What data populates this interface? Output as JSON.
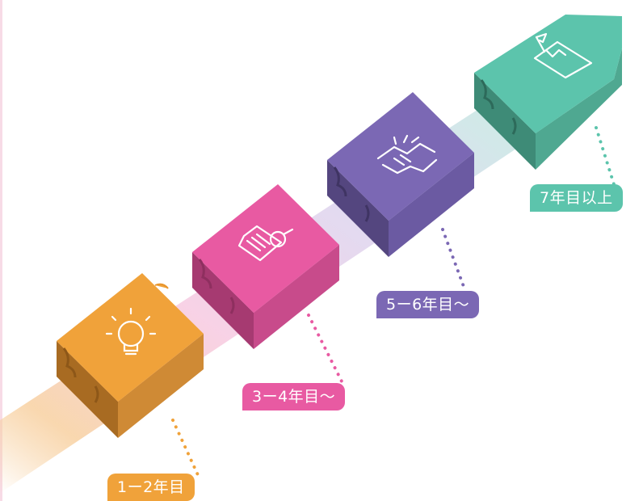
{
  "steps": [
    {
      "label": "1ー2年目",
      "color": "#f0a23a",
      "icon": "lightbulb-icon"
    },
    {
      "label": "3ー4年目〜",
      "color": "#e85aa2",
      "icon": "document-search-icon"
    },
    {
      "label": "5ー6年目〜",
      "color": "#7b68b4",
      "icon": "handshake-icon"
    },
    {
      "label": "7年目以上",
      "color": "#5cc4ac",
      "icon": "mountain-flag-icon"
    }
  ]
}
